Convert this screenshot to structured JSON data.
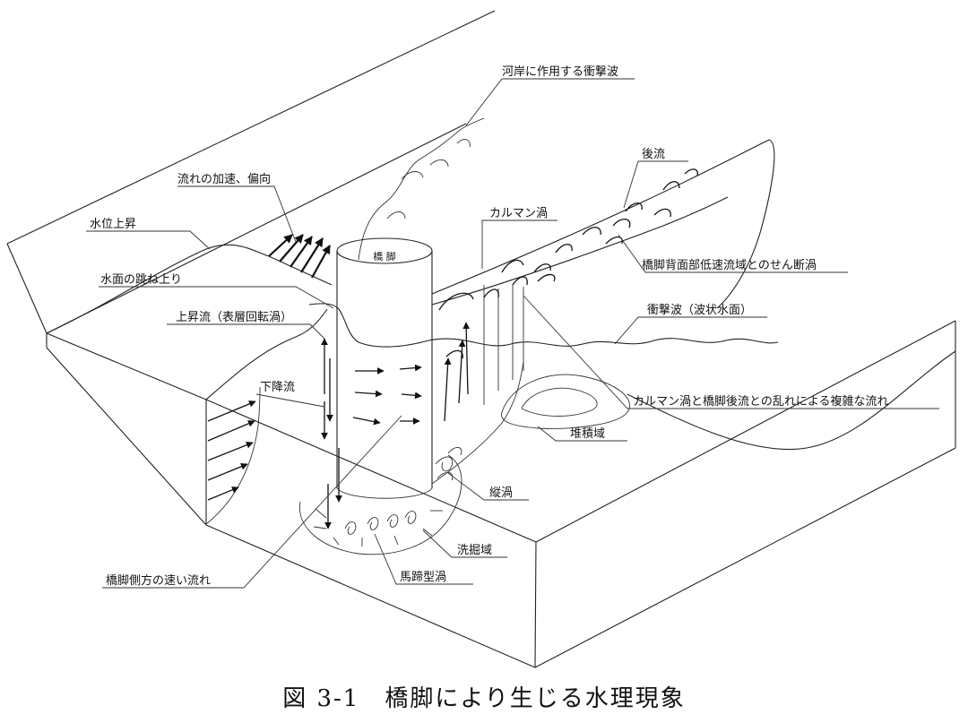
{
  "caption": "図 3-1　橋脚により生じる水理現象",
  "pier_label": "橋 脚",
  "labels": {
    "bank_shock_wave": "河岸に作用する衝撃波",
    "wake": "後流",
    "flow_accel": "流れの加速、偏向",
    "karman": "カルマン渦",
    "water_rise": "水位上昇",
    "shear_vortex": "橋脚背面部低速流域とのせん断渦",
    "surface_jump": "水面の跳ね上り",
    "upflow": "上昇流（表層回転渦）",
    "shock_wave": "衝撃波（波状水面）",
    "downflow": "下降流",
    "complex_flow": "カルマン渦と橋脚後流との乱れによる複雑な流れ",
    "deposition": "堆積域",
    "vertical_vortex": "縦渦",
    "scour": "洗掘域",
    "side_flow": "橋脚側方の速い流れ",
    "horseshoe": "馬蹄型渦"
  },
  "line_color": "#222222"
}
